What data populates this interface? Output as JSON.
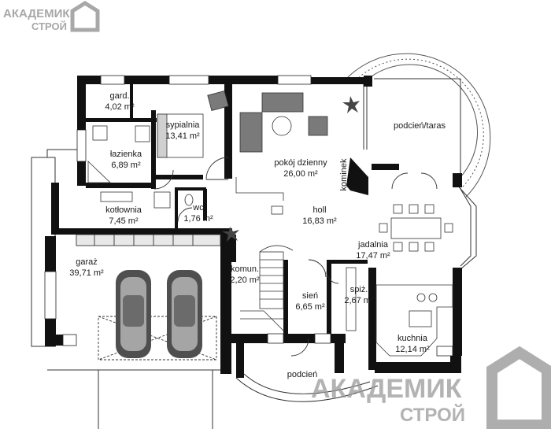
{
  "watermark": {
    "brand_line1": "АКАДЕМИК",
    "brand_line2": "СТРОЙ",
    "color": "#9a9a9a"
  },
  "rooms": {
    "gard": {
      "name": "gard.",
      "area": "4,02 m²"
    },
    "sypialnia": {
      "name": "sypialnia",
      "area": "13,41 m²"
    },
    "lazienka": {
      "name": "łazienka",
      "area": "6,89 m²"
    },
    "pokoj_dzienny": {
      "name": "pokój dzienny",
      "area": "26,00 m²"
    },
    "podcien_taras": {
      "name": "podcień/taras"
    },
    "kominek": {
      "name": "kominek"
    },
    "kotlownia": {
      "name": "kotłownia",
      "area": "7,45 m²"
    },
    "wc": {
      "name": "wc",
      "area": "1,76 m²"
    },
    "holl": {
      "name": "holl",
      "area": "16,83 m²"
    },
    "jadalnia": {
      "name": "jadalnia",
      "area": "17,47 m²"
    },
    "garaz": {
      "name": "garaż",
      "area": "39,71 m²"
    },
    "komun": {
      "name": "komun.",
      "area": "2,20 m²"
    },
    "sien": {
      "name": "sień",
      "area": "6,65 m²"
    },
    "spiz": {
      "name": "spiż.",
      "area": "2,67 m²"
    },
    "kuchnia": {
      "name": "kuchnia",
      "area": "12,14 m²"
    },
    "podcien": {
      "name": "podcień"
    }
  },
  "colors": {
    "wall": "#111111",
    "line": "#222222",
    "furniture_fill": "#6e6e6e",
    "car_fill": "#5a5a5a",
    "watermark": "#9a9a9a"
  }
}
